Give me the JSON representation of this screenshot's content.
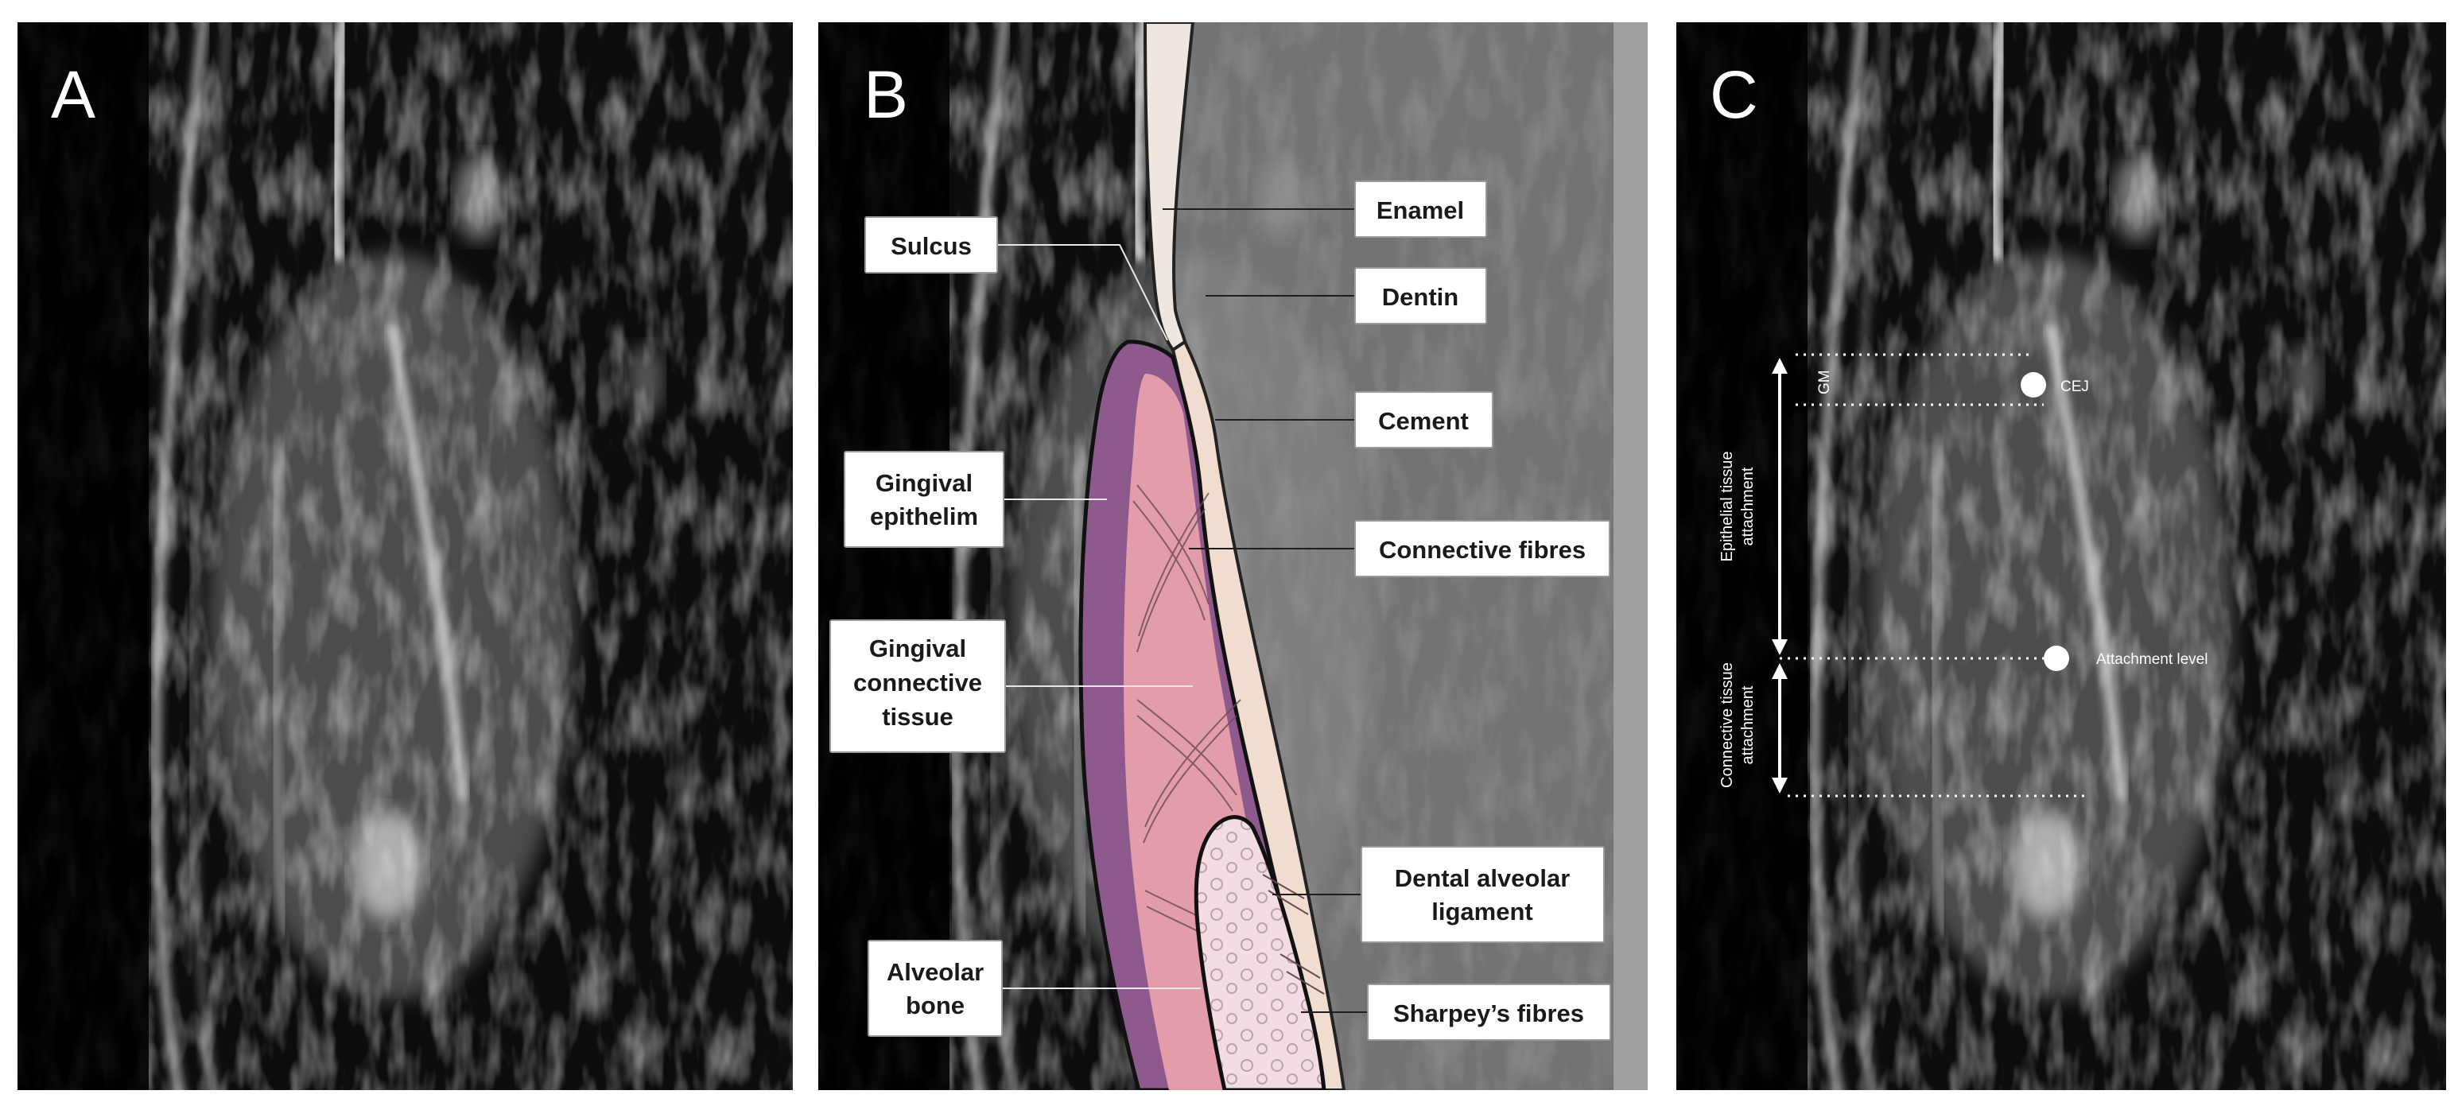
{
  "panels": {
    "a": {
      "letter": "A"
    },
    "b": {
      "letter": "B",
      "labels": {
        "enamel": "Enamel",
        "dentin": "Dentin",
        "cement": "Cement",
        "connective_fibres": "Connective fibres",
        "dental_alveolar_ligament": [
          "Dental alveolar",
          "ligament"
        ],
        "sharpeys_fibres": "Sharpey’s fibres",
        "sulcus": "Sulcus",
        "gingival_epithelim": [
          "Gingival",
          "epithelim"
        ],
        "gingival_connective_tissue": [
          "Gingival",
          "connective",
          "tissue"
        ],
        "alveolar_bone": [
          "Alveolar",
          "bone"
        ]
      }
    },
    "c": {
      "letter": "C",
      "gm": "GM",
      "cej": "CEJ",
      "attachment_level": "Attachment level",
      "epithelial": [
        "Epithelial tissue",
        "attachment"
      ],
      "connective": [
        "Connective tissue",
        "attachment"
      ]
    }
  },
  "colors": {
    "epithelium": "#8e5a8e",
    "connective": "#e8a0ac",
    "tooth": "#f1ddd0",
    "bone": "#f3dde3"
  }
}
